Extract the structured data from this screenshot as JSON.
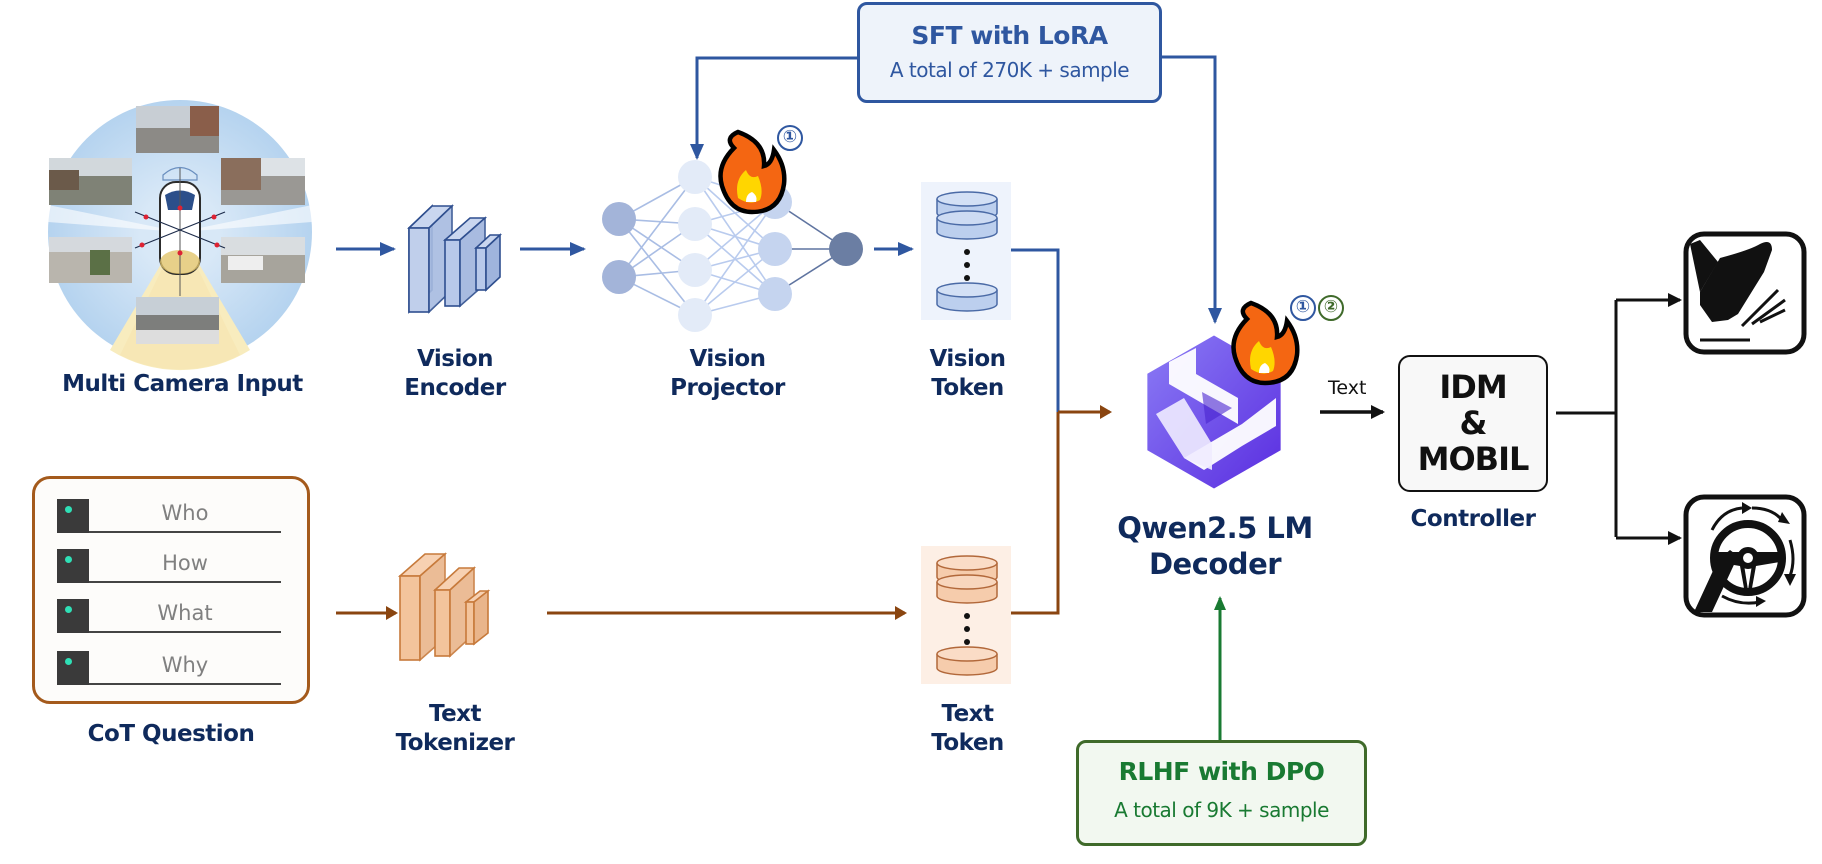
{
  "diagram": {
    "training": {
      "sft": {
        "title": "SFT with LoRA",
        "subtitle": "A total of 270K + sample",
        "color": "#2f57a0"
      },
      "rlhf": {
        "title": "RLHF with DPO",
        "subtitle": "A total of 9K + sample",
        "color": "#197a32"
      }
    },
    "inputs": {
      "camera": {
        "label": "Multi Camera Input",
        "icon": "multi-camera-surround-view"
      },
      "cot": {
        "label": "CoT Question",
        "questions": [
          "Who",
          "How",
          "What",
          "Why"
        ]
      }
    },
    "vision_branch": {
      "encoder": {
        "line1": "Vision",
        "line2": "Encoder"
      },
      "projector": {
        "line1": "Vision",
        "line2": "Projector",
        "badge": "①",
        "trainable_icon": "fire-icon"
      },
      "token": {
        "line1": "Vision",
        "line2": "Token"
      }
    },
    "text_branch": {
      "tokenizer": {
        "line1": "Text",
        "line2": "Tokenizer"
      },
      "token": {
        "line1": "Text",
        "line2": "Token"
      }
    },
    "decoder": {
      "line1": "Qwen2.5 LM",
      "line2": "Decoder",
      "badges": [
        "①",
        "②"
      ],
      "trainable_icon": "fire-icon",
      "logo": "qwen-logo"
    },
    "output_edge_label": "Text",
    "controller": {
      "lines": [
        "IDM",
        "&",
        "MOBIL"
      ],
      "label": "Controller"
    },
    "actions": [
      {
        "name": "accelerator-pedal",
        "icon": "pedal-foot-icon"
      },
      {
        "name": "steering-wheel",
        "icon": "steering-wheel-icon"
      }
    ],
    "colors": {
      "vision_flow": "#2f57a0",
      "text_flow": "#8a4510",
      "rlhf_flow": "#197a32",
      "label_text": "#0f2a5c",
      "qwen_purple": "#6a4de8"
    }
  }
}
